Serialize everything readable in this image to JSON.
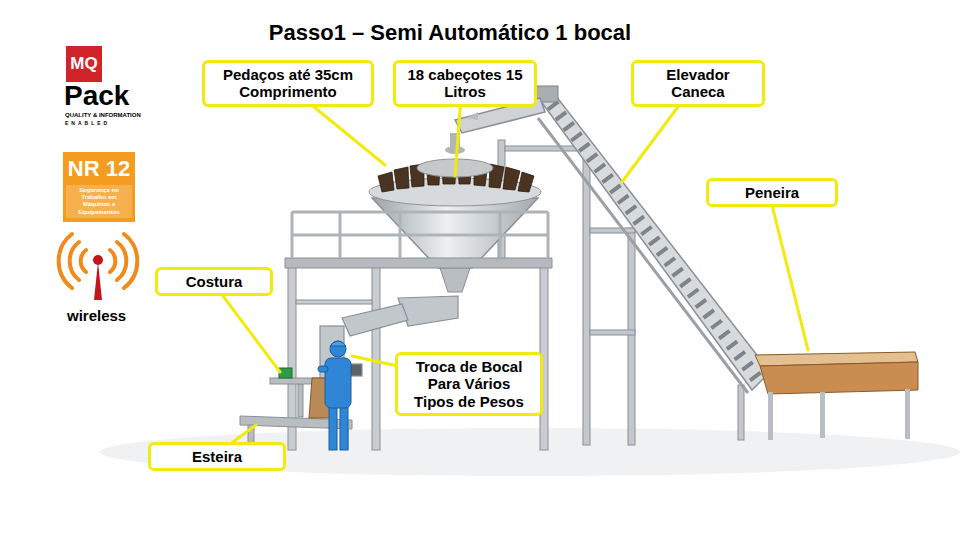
{
  "diagram": {
    "title": "Passo1 – Semi Automático 1 bocal",
    "nodes": [
      {
        "text": [
          "MQ"
        ]
      },
      {
        "text": [
          "NR 12",
          "Segurança no Trabalho em Máquinas e Equipamentos"
        ]
      },
      {
        "text": [
          "Pedaços até 35cm Comprimento"
        ]
      },
      {
        "text": [
          "18 cabeçotes 15 Litros"
        ]
      },
      {
        "text": [
          "Elevador Caneca"
        ]
      },
      {
        "text": [
          "Peneira"
        ]
      },
      {
        "text": [
          "Costura"
        ]
      },
      {
        "text": [
          "Troca de Bocal Para Vários Tipos de Pesos"
        ]
      },
      {
        "text": [
          "Esteira"
        ]
      }
    ],
    "labels": [
      "Pack",
      "QUALITY & INFORMATION",
      "ENABLED",
      "wireless"
    ]
  }
}
